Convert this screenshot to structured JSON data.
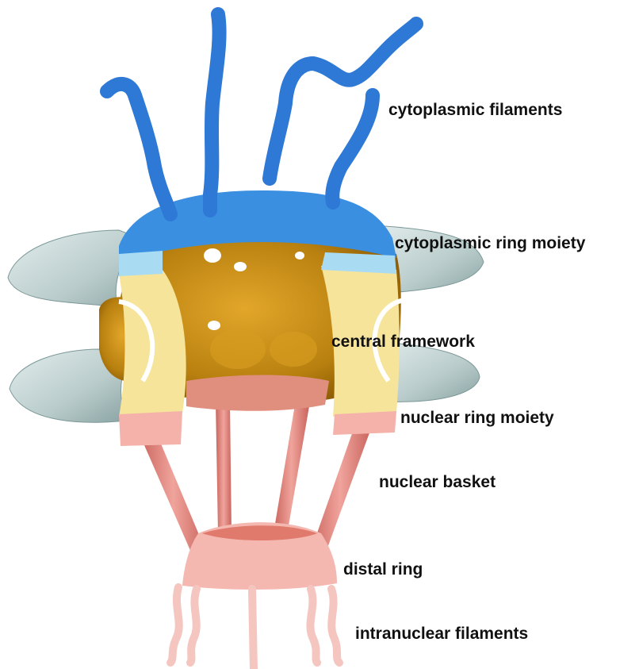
{
  "labels": {
    "cytoplasmic_filaments": "cytoplasmic filaments",
    "cytoplasmic_ring_moiety": "cytoplasmic ring moiety",
    "central_framework": "central framework",
    "nuclear_ring_moiety": "nuclear ring moiety",
    "nuclear_basket": "nuclear basket",
    "distal_ring": "distal ring",
    "intranuclear_filaments": "intranuclear filaments"
  },
  "colors": {
    "cytoplasmic_filaments": "#2e78d6",
    "cytoplasmic_ring": "#3a8fe0",
    "cytoplasmic_ring_light": "#a9dcf3",
    "central_framework": "#c98f18",
    "central_framework_light": "#f6e49a",
    "nuclear_ring": "#f2b2ac",
    "nuclear_basket": "#dd7b73",
    "distal_ring": "#f4b8b0",
    "intranuclear_filaments": "#f5c6c0",
    "membrane": "#c9d8d8"
  }
}
